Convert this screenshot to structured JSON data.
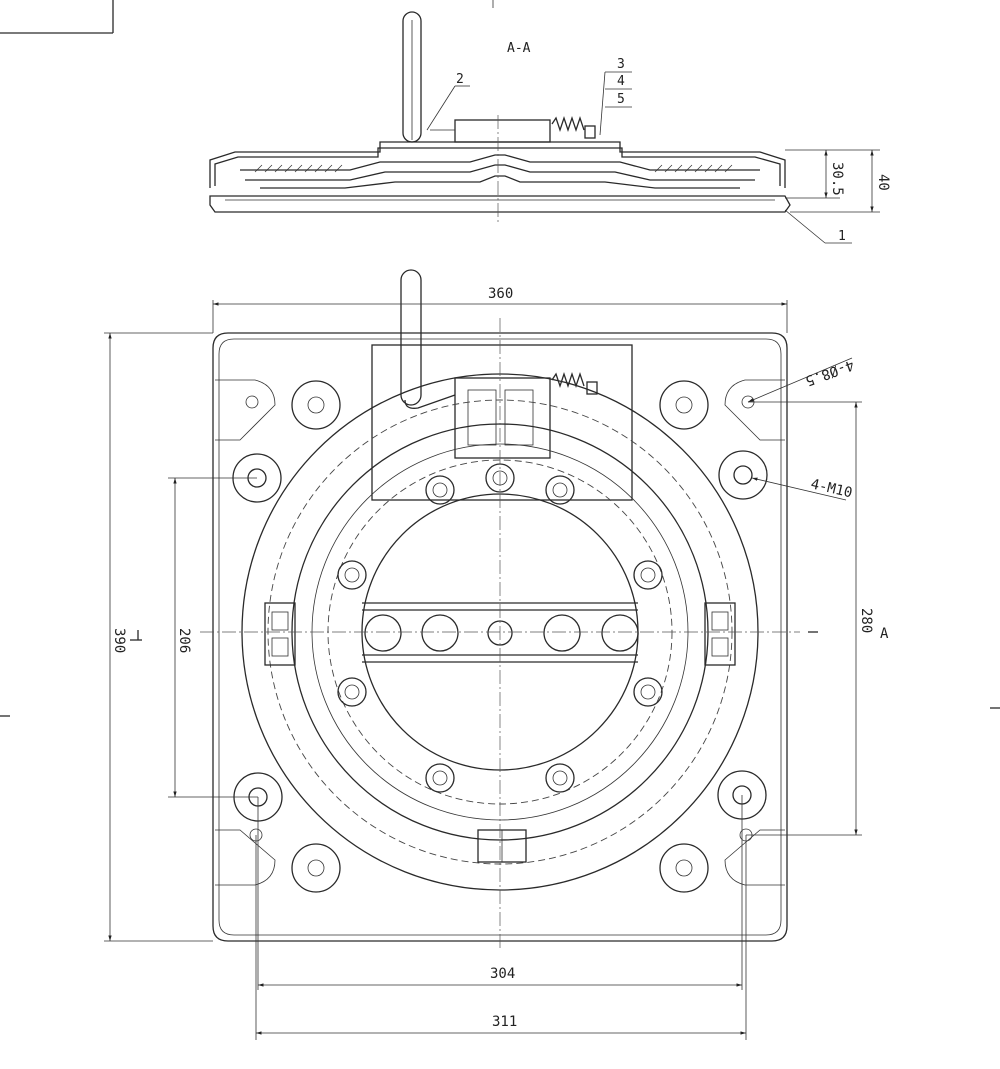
{
  "section": {
    "title": "A-A"
  },
  "callouts": {
    "c1": "1",
    "c2": "2",
    "c3": "3",
    "c4": "4",
    "c5": "5"
  },
  "dimensions": {
    "overall_width": "360",
    "overall_height": "390",
    "bolt_span_vertical": "206",
    "hole_span_vertical": "280",
    "bolt_span_horizontal": "304",
    "hole_span_horizontal": "311",
    "section_height": "40",
    "plate_height": "30.5"
  },
  "notes": {
    "holes": "4-Ø8.5",
    "threads": "4-M10"
  },
  "section_marker": {
    "letter": "A"
  }
}
